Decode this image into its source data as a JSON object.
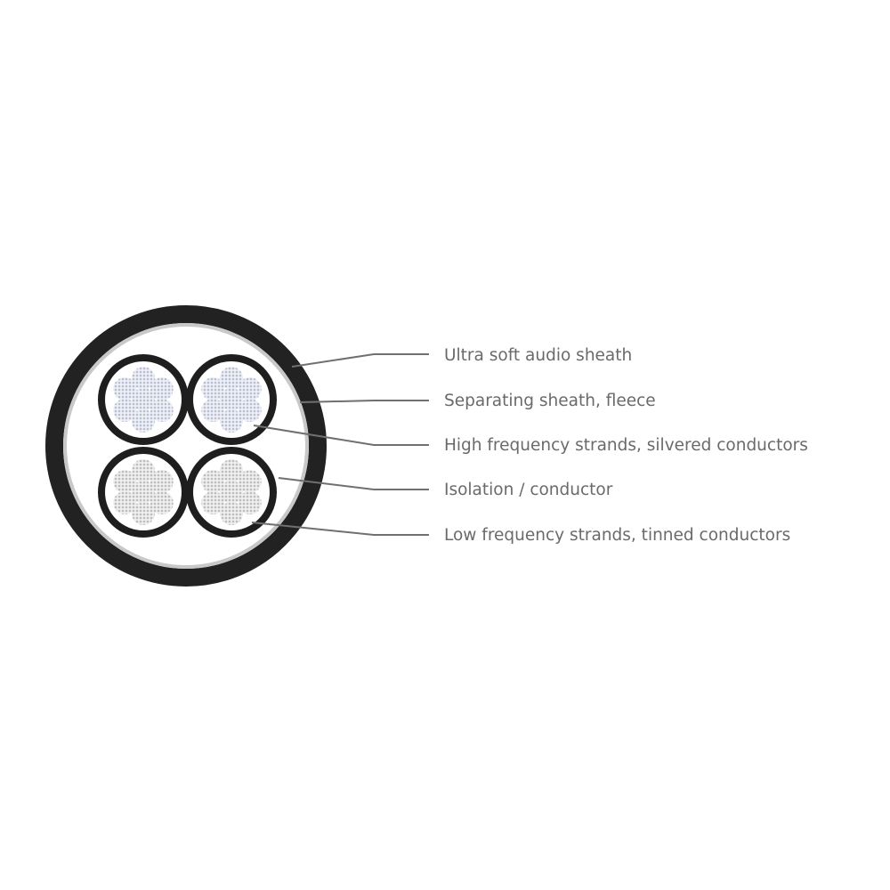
{
  "labels": [
    "Ultra soft audio sheath",
    "Separating sheath, fleece",
    "High frequency strands, silvered conductors",
    "Isolation / conductor",
    "Low frequency strands, tinned conductors"
  ],
  "colors": {
    "outer_sheath": "#222222",
    "fleece": "#c8c8c8",
    "isolation": "#1e1e1e",
    "silvered_strands": "#d4d8e4",
    "tinned_strands": "#cfcfcf",
    "leader_line": "#707070",
    "label_text": "#6a6a6a"
  }
}
